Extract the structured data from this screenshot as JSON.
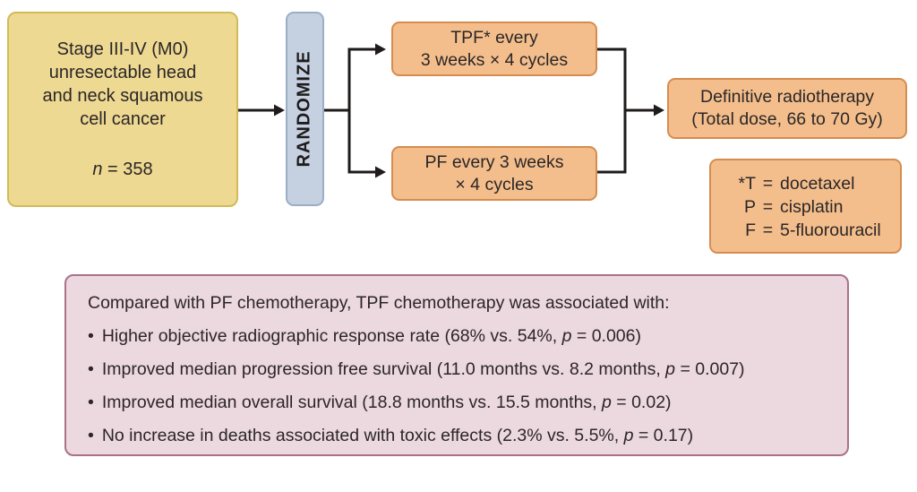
{
  "figure": {
    "patient_box": {
      "line1": "Stage III-IV (M0)",
      "line2": "unresectable head",
      "line3": "and neck squamous",
      "line4": "cell cancer",
      "n_var": "n",
      "n_value": " = 358"
    },
    "randomize_label": "RANDOMIZE",
    "tpf_box": {
      "line1": "TPF* every",
      "line2": "3 weeks × 4 cycles"
    },
    "pf_box": {
      "line1": "PF every 3 weeks",
      "line2": "× 4 cycles"
    },
    "radiotherapy_box": {
      "line1": "Definitive radiotherapy",
      "line2": "(Total dose, 66 to 70 Gy)"
    },
    "legend_box": {
      "rows": [
        {
          "symbol": "*T",
          "equals": "=",
          "value": "docetaxel"
        },
        {
          "symbol": "P",
          "equals": "=",
          "value": "cisplatin"
        },
        {
          "symbol": "F",
          "equals": "=",
          "value": "5-fluorouracil"
        }
      ]
    }
  },
  "results_box": {
    "intro": "Compared with PF chemotherapy, TPF chemotherapy was associated with:",
    "bullet_char": "•",
    "bullets": [
      {
        "pre": "Higher objective radiographic response rate (68% vs. 54%, ",
        "p_var": "p",
        "post": " = 0.006)"
      },
      {
        "pre": "Improved median progression free survival (11.0 months vs. 8.2 months, ",
        "p_var": "p",
        "post": " = 0.007)"
      },
      {
        "pre": "Improved median overall survival (18.8 months vs. 15.5 months, ",
        "p_var": "p",
        "post": " = 0.02)"
      },
      {
        "pre": "No increase in deaths associated with toxic effects (2.3% vs. 5.5%, ",
        "p_var": "p",
        "post": " = 0.17)"
      }
    ]
  },
  "colors": {
    "patient_fill": "#edd992",
    "patient_border": "#d2ba58",
    "randomize_fill": "#c5d0e1",
    "randomize_border": "#9caec6",
    "treatment_fill": "#f3be8c",
    "treatment_border": "#d68c4f",
    "results_fill": "#ecd8df",
    "results_border": "#a97289",
    "connector": "#1e1b1a",
    "text": "#2b2627"
  }
}
